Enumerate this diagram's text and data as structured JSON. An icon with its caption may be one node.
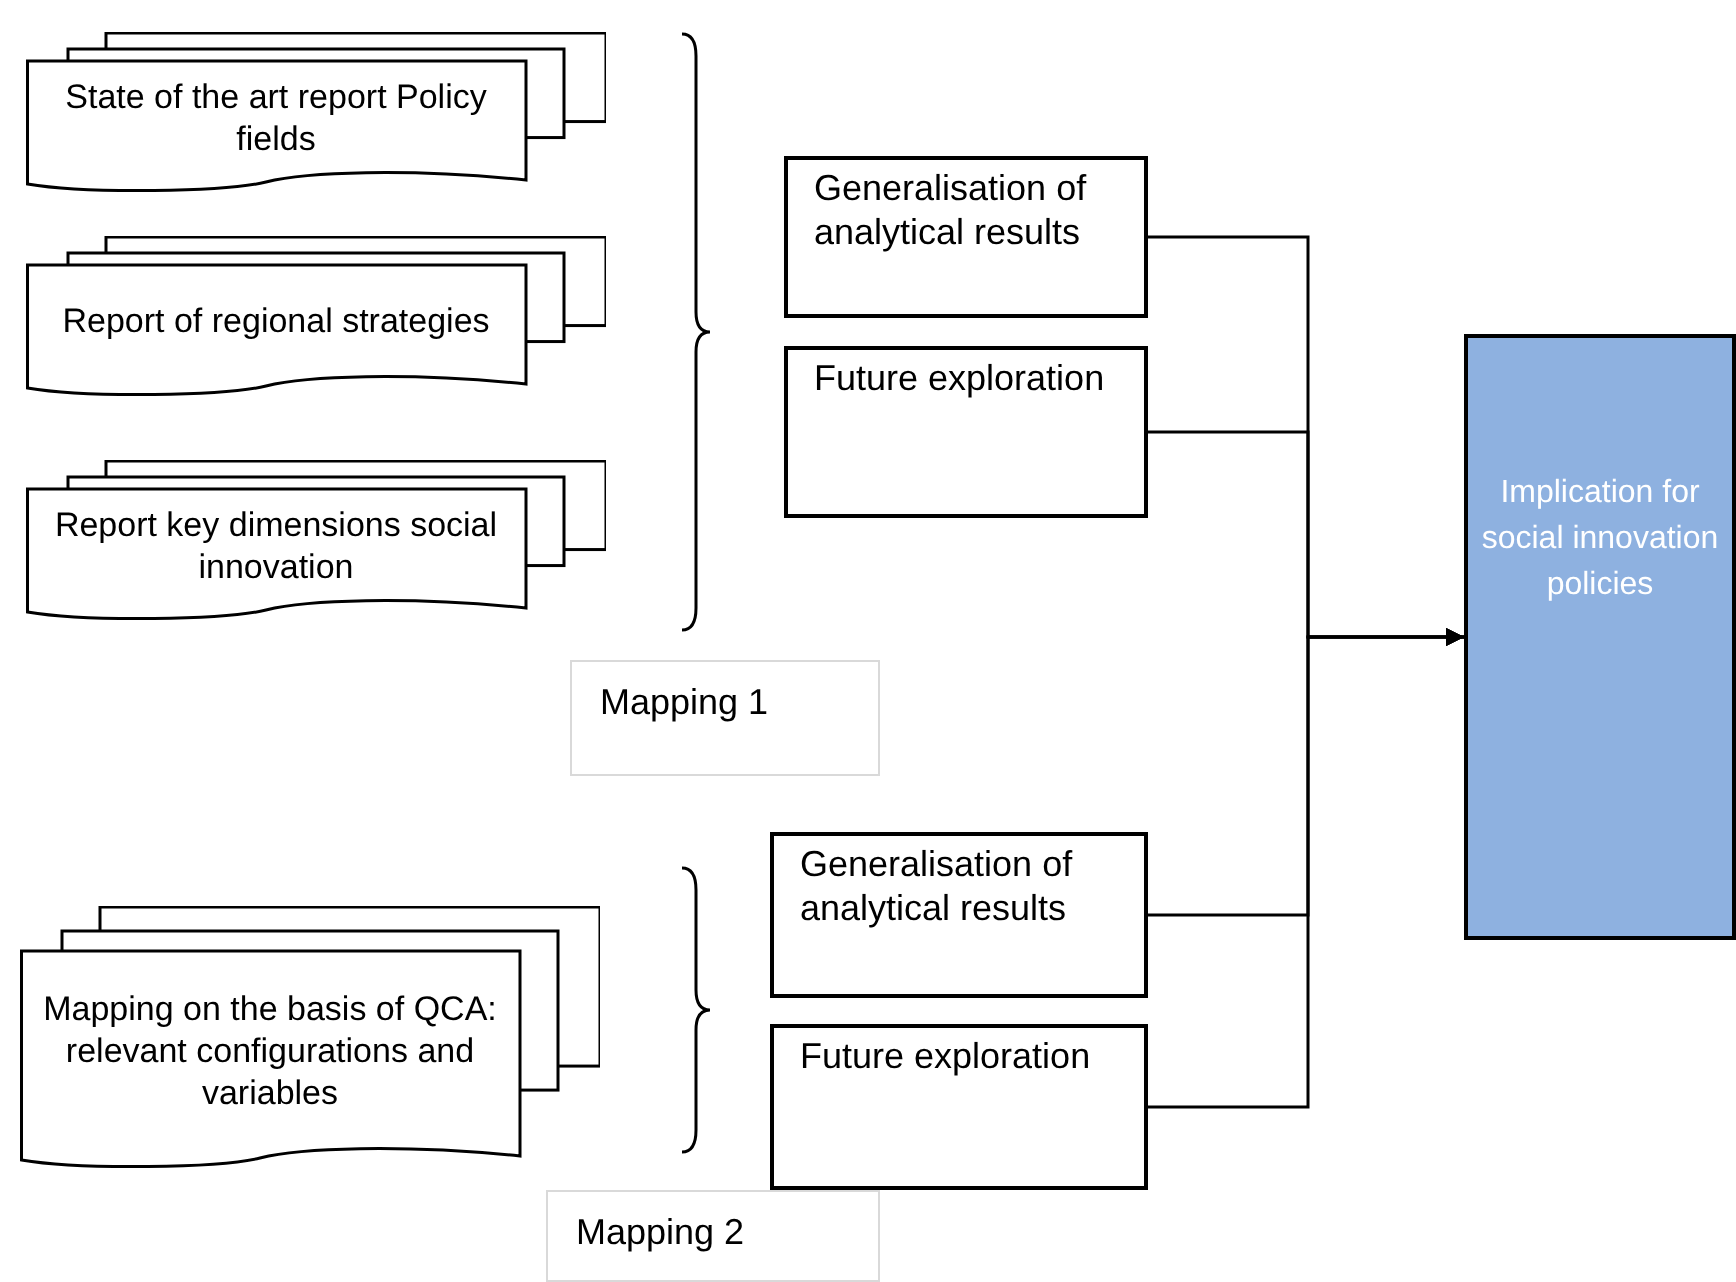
{
  "diagram": {
    "nodes": [
      {
        "text": [
          "State of the art report Policy fields"
        ]
      },
      {
        "text": [
          "Report of regional strategies"
        ]
      },
      {
        "text": [
          "Report key dimensions social innovation"
        ]
      },
      {
        "text": [
          "Generalisation of analytical results"
        ]
      },
      {
        "text": [
          "Future exploration"
        ]
      },
      {
        "text": [
          "Mapping 1"
        ]
      },
      {
        "text": [
          "Mapping on the basis of QCA: relevant configurations and variables"
        ]
      },
      {
        "text": [
          "Generalisation of analytical results"
        ]
      },
      {
        "text": [
          "Future exploration"
        ]
      },
      {
        "text": [
          "Mapping 2"
        ]
      },
      {
        "text": [
          "Implication for social innovation policies"
        ]
      }
    ],
    "edges": [
      {
        "from": 3,
        "to": 10,
        "arrow": "to"
      },
      {
        "from": 4,
        "to": 10,
        "arrow": "to"
      },
      {
        "from": 7,
        "to": 10,
        "arrow": "to"
      },
      {
        "from": 8,
        "to": 10,
        "arrow": "to"
      }
    ]
  }
}
